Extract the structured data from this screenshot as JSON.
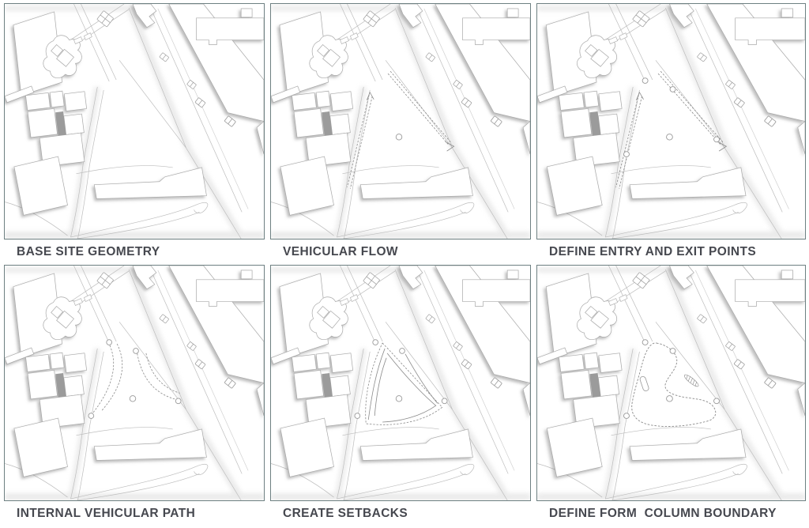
{
  "figure": {
    "name": "site-analysis-concept-diagram",
    "panels": [
      {
        "id": "base-site-geometry",
        "label": "BASE SITE GEOMETRY",
        "overlays": []
      },
      {
        "id": "vehicular-flow",
        "label": "VEHICULAR FLOW",
        "overlays": [
          "flow-arrows",
          "site-center-node"
        ]
      },
      {
        "id": "define-entry-exit-points",
        "label": "DEFINE ENTRY AND EXIT POINTS",
        "overlays": [
          "flow-arrows",
          "site-center-node",
          "entry-exit-nodes"
        ]
      },
      {
        "id": "internal-vehicular-path",
        "label": "INTERNAL VEHICULAR PATH",
        "overlays": [
          "internal-path-arcs",
          "site-center-node",
          "entry-exit-nodes"
        ]
      },
      {
        "id": "create-setbacks",
        "label": "CREATE SETBACKS",
        "overlays": [
          "setback-boundary",
          "site-center-node",
          "entry-exit-nodes"
        ]
      },
      {
        "id": "define-form-column-boundary",
        "label": "DEFINE FORM  COLUMN BOUNDARY",
        "overlays": [
          "form-boundary",
          "site-center-node",
          "entry-exit-nodes",
          "column-oval",
          "hatch-sliver"
        ]
      }
    ]
  },
  "colors": {
    "panel_border": "#6e8082",
    "caption_text": "#46484f",
    "road_line": "#bdbdbd",
    "building_outline": "#a9a9a9",
    "building_fill": "#ffffff",
    "shadow": "#7a7a7a",
    "overlay_line": "#8a8a8a",
    "dark_court_fill": "#9b9b9b"
  }
}
